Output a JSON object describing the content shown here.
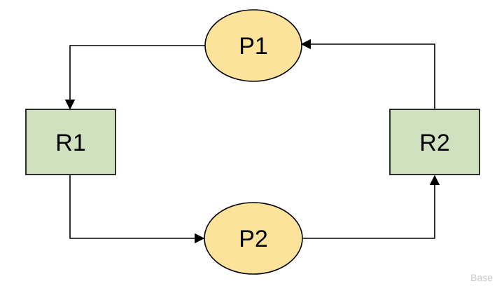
{
  "diagram": {
    "nodes": {
      "p1": {
        "label": "P1",
        "kind": "process"
      },
      "p2": {
        "label": "P2",
        "kind": "process"
      },
      "r1": {
        "label": "R1",
        "kind": "resource"
      },
      "r2": {
        "label": "R2",
        "kind": "resource"
      }
    },
    "edges": [
      {
        "from": "P1",
        "to": "R1"
      },
      {
        "from": "R1",
        "to": "P2"
      },
      {
        "from": "P2",
        "to": "R2"
      },
      {
        "from": "R2",
        "to": "P1"
      }
    ],
    "colors": {
      "process_fill": "#fbe39b",
      "process_stroke": "#000000",
      "resource_fill": "#d0e1c0",
      "resource_stroke": "#000000",
      "edge": "#000000"
    }
  },
  "watermark": "Base"
}
